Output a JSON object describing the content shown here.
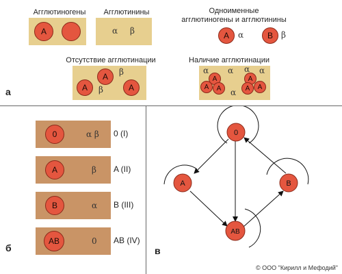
{
  "section_a": {
    "letter": "а",
    "agglutinogens_label": "Агглютиногены",
    "agglutinins_label": "Агглютинины",
    "same_name_label_line1": "Одноименные",
    "same_name_label_line2": "агглютиногены и агглютинины",
    "absence_label": "Отсутствие агглютинации",
    "presence_label": "Наличие агглютинации",
    "antigen_a": "A",
    "antigen_b": "B",
    "alpha": "α",
    "beta": "β"
  },
  "section_b": {
    "letter": "б",
    "groups": [
      {
        "antigen": "0",
        "antibodies": "α β",
        "group": "0 (I)"
      },
      {
        "antigen": "A",
        "antibodies": "β",
        "group": "A (II)"
      },
      {
        "antigen": "B",
        "antibodies": "α",
        "group": "B (III)"
      },
      {
        "antigen": "AB",
        "antibodies": "0",
        "group": "AB (IV)"
      }
    ]
  },
  "section_v": {
    "letter": "в",
    "nodes": [
      "0",
      "A",
      "B",
      "AB"
    ]
  },
  "credit": "© ООО \"Кирилл и Мефодий\"",
  "colors": {
    "panel_light": "#e7cf8f",
    "panel_dark": "#d3a774",
    "circle_fill": "#e4563f",
    "circle_border": "#8a2a1a"
  }
}
